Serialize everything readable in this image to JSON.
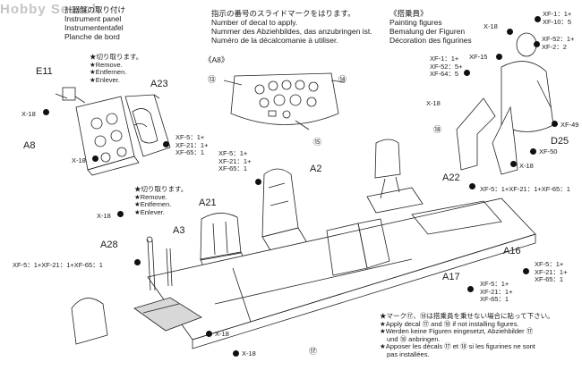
{
  "watermark": "Hobby Search",
  "header_left": {
    "jp": "計器盤の取り付け",
    "en": "Instrument panel",
    "de": "Instrumententafel",
    "fr": "Planche de bord"
  },
  "header_mid": {
    "jp": "指示の番号のスライドマークをはります。",
    "en": "Number of decal to apply.",
    "de": "Nummer des Abziehbildes, das anzubringen ist.",
    "fr": "Numéro de la décalcomanie à utiliser."
  },
  "header_right": {
    "jp": "《搭乗員》",
    "en": "Painting figures",
    "de": "Bemalung der Figuren",
    "fr": "Décoration des figurines"
  },
  "cut_note_1": {
    "jp": "★切り取ります。",
    "en": "★Remove.",
    "de": "★Entfernen.",
    "fr": "★Enlever."
  },
  "cut_note_2": {
    "jp": "★切り取ります。",
    "en": "★Remove.",
    "de": "★Entfernen.",
    "fr": "★Enlever."
  },
  "parts": {
    "e11": "E11",
    "a23": "A23",
    "a8": "A8",
    "a8_detail": "《A8》",
    "a2": "A2",
    "a21": "A21",
    "a3": "A3",
    "a28": "A28",
    "a22": "A22",
    "a16": "A16",
    "a17": "A17",
    "d25": "D25"
  },
  "decals": {
    "d13": "⑬",
    "d14": "⑭",
    "d15": "⑮",
    "d17": "⑰",
    "d18": "⑱"
  },
  "colors": {
    "x18_a": "X-18",
    "x18_b": "X-18",
    "a23_1": "XF-5：1+",
    "a23_2": "XF-21：1+",
    "a23_3": "XF-65：1",
    "a2_1": "XF-5：1+",
    "a2_2": "XF-21：1+",
    "a2_3": "XF-65：1",
    "x18_c": "X-18",
    "a28_mix": "XF-5：1+XF-21：1+XF-65：1",
    "a22_mix": "XF-5：1+XF-21：1+XF-65：1",
    "a16_1": "XF-5：1+",
    "a16_2": "XF-21：1+",
    "a16_3": "XF-65：1",
    "a17_1": "XF-5：1+",
    "a17_2": "XF-21：1+",
    "a17_3": "XF-65：1",
    "x18_d": "X-18",
    "x18_e": "X-18",
    "fig_xf1a": "XF-1：1+",
    "fig_xf10": "XF-10：5",
    "fig_x18a": "X-18",
    "fig_xf52a": "XF-52：1+",
    "fig_xf2": "XF-2：2",
    "fig_xf15": "XF-15",
    "fig_xf1b": "XF-1：1+",
    "fig_xf52b": "XF-52：5+",
    "fig_xf64": "XF-64：5",
    "fig_x18b": "X-18",
    "fig_xf49": "XF-49",
    "fig_xf50": "XF-50",
    "fig_x18c": "X-18"
  },
  "footnote": {
    "jp": "★マーク⑰、⑱は搭乗員を乗せない場合に貼って下さい。",
    "en": "★Apply decal ⑰ and ⑱ if not installing figures.",
    "de": "★Werden keine Figuren eingesetzt, Abziehbilder ⑰",
    "de2": "und ⑱ anbringen.",
    "fr": "★Apposer les décals ⑰ et ⑱ si les figurines ne sont",
    "fr2": "pas installées."
  }
}
